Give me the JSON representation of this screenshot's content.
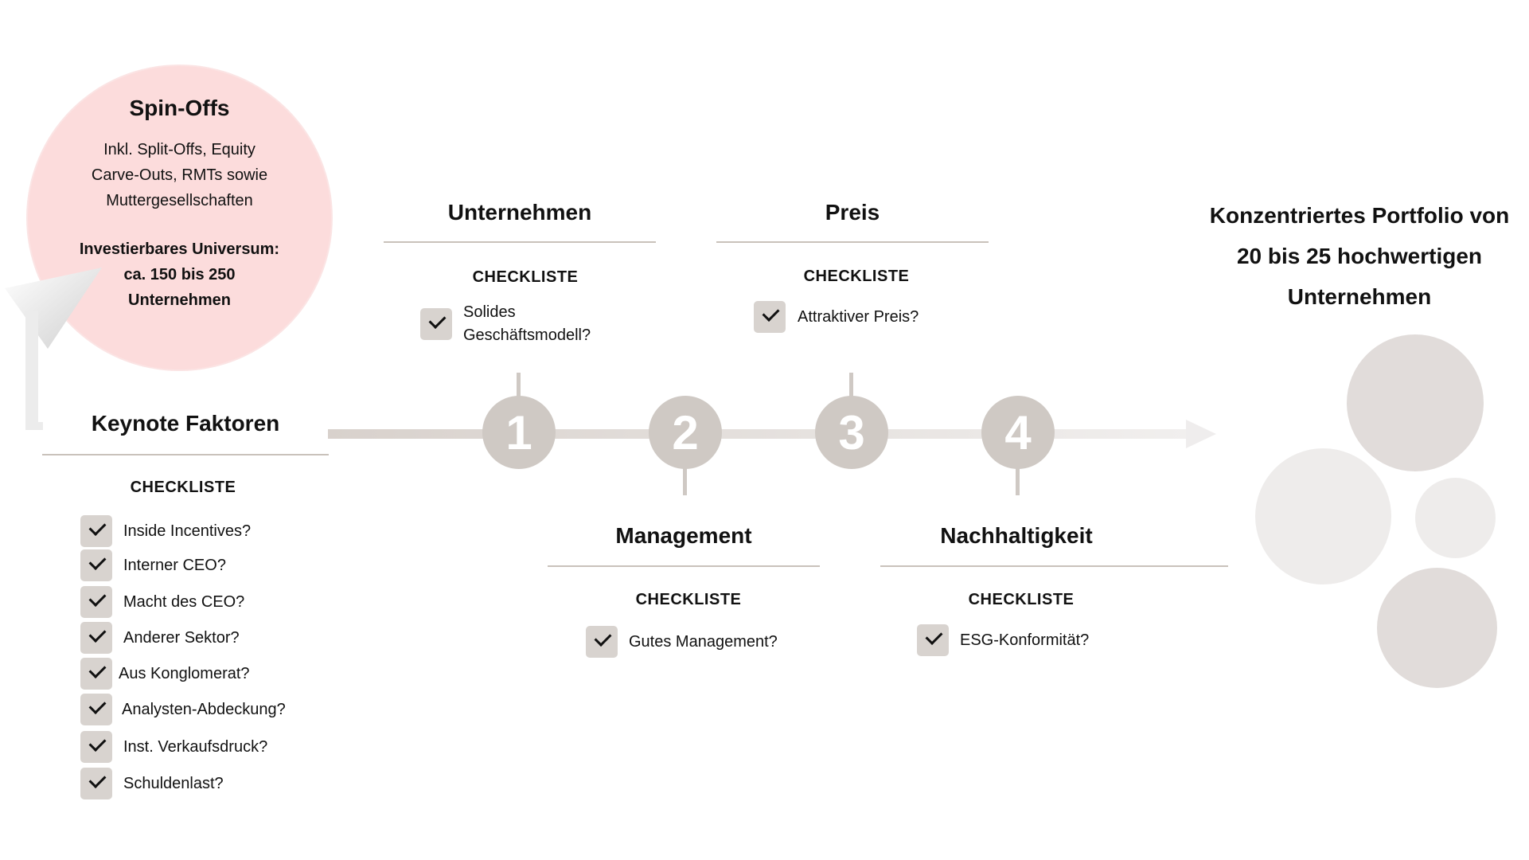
{
  "spinoff": {
    "title": "Spin-Offs",
    "subtitle_lines": [
      "Inkl. Split-Offs, Equity",
      "Carve-Outs, RMTs sowie",
      "Muttergesellschaften"
    ],
    "universe_lines": [
      "Investierbares Universum:",
      "ca. 150 bis 250",
      "Unternehmen"
    ]
  },
  "keynote": {
    "title": "Keynote Faktoren",
    "checklist_label": "CHECKLISTE",
    "items": [
      "Inside Incentives?",
      "Interner CEO?",
      "Macht des CEO?",
      "Anderer Sektor?",
      "Aus Konglomerat?",
      "Analysten-Abdeckung?",
      "Inst. Verkaufsdruck?",
      "Schuldenlast?"
    ]
  },
  "steps": [
    "1",
    "2",
    "3",
    "4"
  ],
  "stages": {
    "unternehmen": {
      "title": "Unternehmen",
      "checklist_label": "CHECKLISTE",
      "items": [
        "Solides\nGeschäftsmodell?"
      ]
    },
    "preis": {
      "title": "Preis",
      "checklist_label": "CHECKLISTE",
      "items": [
        "Attraktiver Preis?"
      ]
    },
    "management": {
      "title": "Management",
      "checklist_label": "CHECKLISTE",
      "items": [
        "Gutes Management?"
      ]
    },
    "nachhaltigkeit": {
      "title": "Nachhaltigkeit",
      "checklist_label": "CHECKLISTE",
      "items": [
        "ESG-Konformität?"
      ]
    }
  },
  "portfolio": {
    "lines": [
      "Konzentriertes Portfolio von",
      "20 bis 25 hochwertigen",
      "Unternehmen"
    ]
  },
  "colors": {
    "spinoff_fill": "#fcdcdc",
    "step_fill": "#cfc9c4",
    "check_fill": "#d8d3cf",
    "bubble_dark": "#e1dcda",
    "bubble_light": "#eeeceb"
  }
}
